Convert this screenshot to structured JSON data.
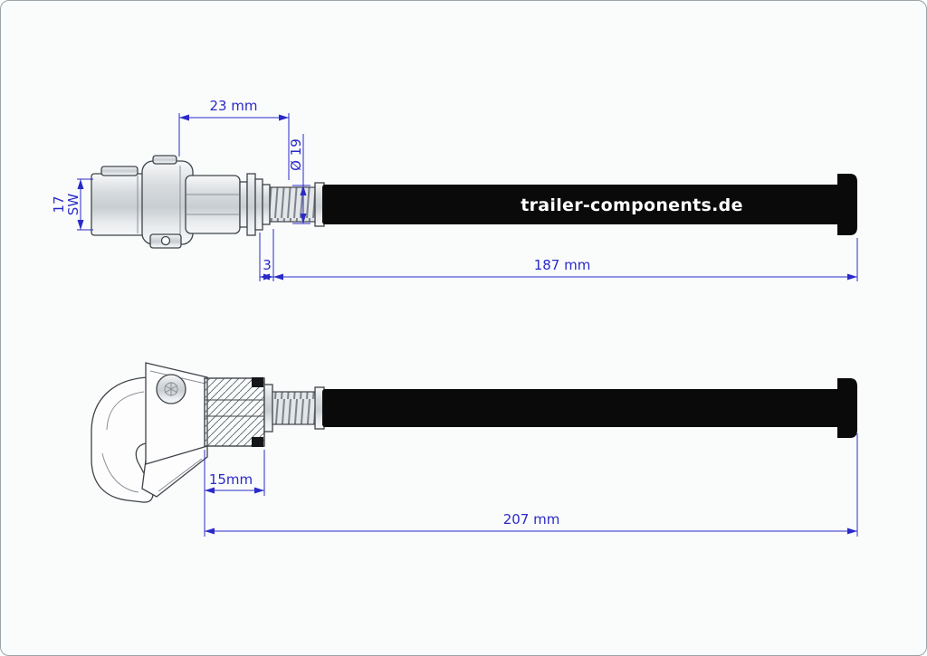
{
  "page": {
    "type": "technical-drawing",
    "subject": "thru-axle trailer hitch coupling, two orthographic views with dimensions"
  },
  "colors": {
    "canvas_bg": "#fafcfc",
    "border": "#9aa3a8",
    "dimension": "#2a2ac8",
    "outline": "#3f444a",
    "shaft": "#0a0a0b",
    "brand_text": "#ffffff"
  },
  "brand": {
    "label": "trailer-components.de"
  },
  "dimensions": {
    "thread_length": "23 mm",
    "flange_diameter": "Ø 19",
    "hex_width": "17",
    "hex_width_unit": "SW",
    "washer_thickness": "3",
    "axle_length": "187 mm",
    "insert_depth": "15mm",
    "overall_length": "207 mm"
  }
}
